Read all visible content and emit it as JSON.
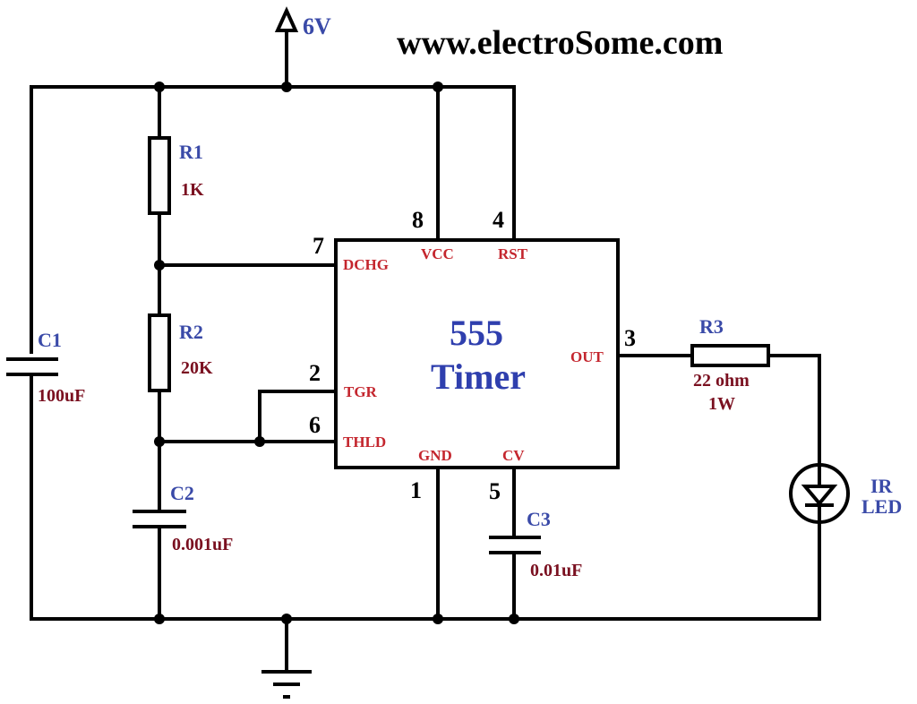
{
  "site_watermark": "www.electroSome.com",
  "supply": {
    "label": "6V"
  },
  "ic": {
    "name_line1": "555",
    "name_line2": "Timer",
    "pins": {
      "p1": {
        "number": "1",
        "name": "GND"
      },
      "p2": {
        "number": "2",
        "name": "TGR"
      },
      "p3": {
        "number": "3",
        "name": "OUT"
      },
      "p4": {
        "number": "4",
        "name": "RST"
      },
      "p5": {
        "number": "5",
        "name": "CV"
      },
      "p6": {
        "number": "6",
        "name": "THLD"
      },
      "p7": {
        "number": "7",
        "name": "DCHG"
      },
      "p8": {
        "number": "8",
        "name": "VCC"
      }
    }
  },
  "components": {
    "r1": {
      "ref": "R1",
      "value": "1K"
    },
    "r2": {
      "ref": "R2",
      "value": "20K"
    },
    "r3": {
      "ref": "R3",
      "value": "22 ohm",
      "rating": "1W"
    },
    "c1": {
      "ref": "C1",
      "value": "100uF"
    },
    "c2": {
      "ref": "C2",
      "value": "0.001uF"
    },
    "c3": {
      "ref": "C3",
      "value": "0.01uF"
    },
    "led": {
      "ref_line1": "IR",
      "ref_line2": "LED"
    }
  },
  "colors": {
    "wire": "#000000",
    "reference_label": "#3a4aa8",
    "value_label": "#7a1020",
    "pin_name": "#c4262e",
    "chip_title": "#2f3fae"
  }
}
